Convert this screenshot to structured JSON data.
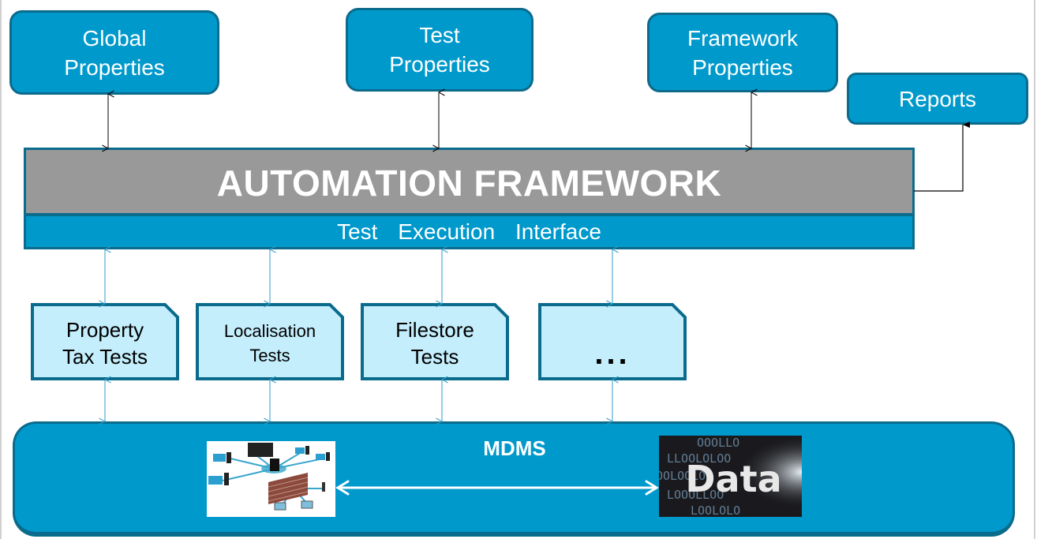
{
  "diagram": {
    "top_boxes": {
      "global_properties": [
        "Global",
        "Properties"
      ],
      "test_properties": [
        "Test",
        "Properties"
      ],
      "framework_properties": [
        "Framework",
        "Properties"
      ],
      "reports": "Reports"
    },
    "framework_title": "AUTOMATION FRAMEWORK",
    "execution_interface": "Test Execution Interface",
    "test_modules": [
      {
        "lines": [
          "Property",
          "Tax Tests"
        ]
      },
      {
        "lines": [
          "Localisation",
          "Tests"
        ]
      },
      {
        "lines": [
          "Filestore",
          "Tests"
        ]
      },
      {
        "lines": [
          "..."
        ]
      }
    ],
    "data_store": {
      "title": "MDMS",
      "network_image": "network-infrastructure-image",
      "data_image_text": "Data",
      "data_image_binary": [
        "OOOLLO",
        "LLOOLOLOO",
        "OOLOOLO",
        "LOOOLLOO",
        "LOOLOLO"
      ]
    },
    "colors": {
      "box_fill": "#0099cb",
      "box_border": "#0b6b8c",
      "framework_fill": "#999999",
      "test_fill": "#c4eefc",
      "connector_black": "#000000",
      "connector_blue": "#2e9fcb"
    }
  }
}
